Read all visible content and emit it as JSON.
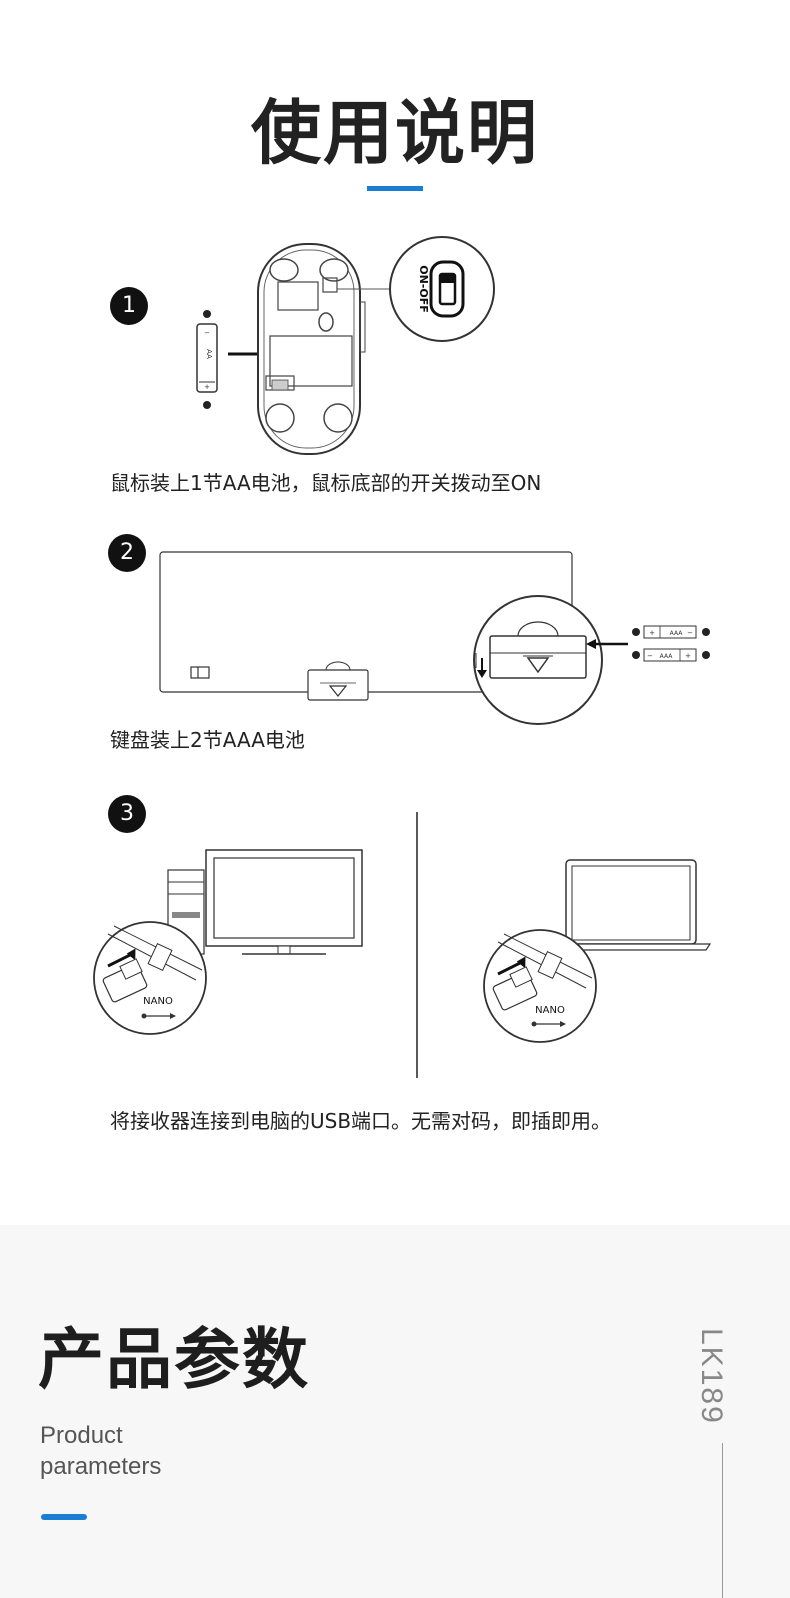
{
  "header": {
    "title": "使用说明"
  },
  "steps": [
    {
      "number": "1",
      "caption": "鼠标装上1节AA电池，鼠标底部的开关拨动至ON",
      "switch_label": "ON-OFF",
      "battery_label": "AA"
    },
    {
      "number": "2",
      "caption": "键盘装上2节AAA电池",
      "battery_label": "AAA"
    },
    {
      "number": "3",
      "caption": "将接收器连接到电脑的USB端口。无需对码，即插即用。",
      "receiver_label": "NANO"
    }
  ],
  "params": {
    "title": "产品参数",
    "subtitle_line1": "Product",
    "subtitle_line2": "parameters",
    "model": "LK189"
  },
  "colors": {
    "accent": "#1a7fd4",
    "bottom_bg": "#f7f7f7",
    "ink": "#222222"
  }
}
